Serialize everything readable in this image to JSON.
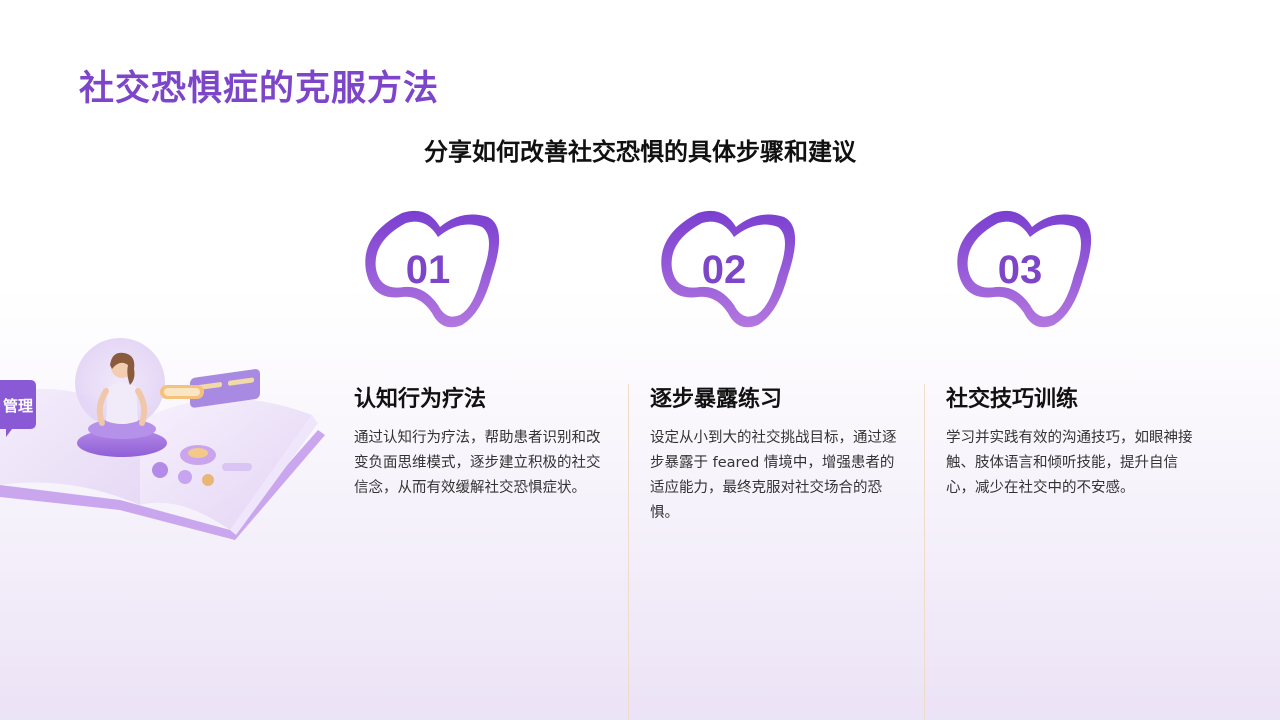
{
  "slide": {
    "title": "社交恐惧症的克服方法",
    "subtitle": "分享如何改善社交恐惧的具体步骤和建议"
  },
  "illustration": {
    "tag_text": "管理"
  },
  "steps": [
    {
      "number": "01",
      "title": "认知行为疗法",
      "text": "通过认知行为疗法，帮助患者识别和改变负面思维模式，逐步建立积极的社交信念，从而有效缓解社交恐惧症状。"
    },
    {
      "number": "02",
      "title": "逐步暴露练习",
      "text": "设定从小到大的社交挑战目标，通过逐步暴露于 feared 情境中，增强患者的适应能力，最终克服对社交场合的恐惧。"
    },
    {
      "number": "03",
      "title": "社交技巧训练",
      "text": "学习并实践有效的沟通技巧，如眼神接触、肢体语言和倾听技能，提升自信心，减少在社交中的不安感。"
    }
  ],
  "colors": {
    "accent": "#7d46c9",
    "blob_top": "#7a3fd0",
    "blob_bottom": "#b377e0",
    "divider": "#ecdcc8"
  }
}
